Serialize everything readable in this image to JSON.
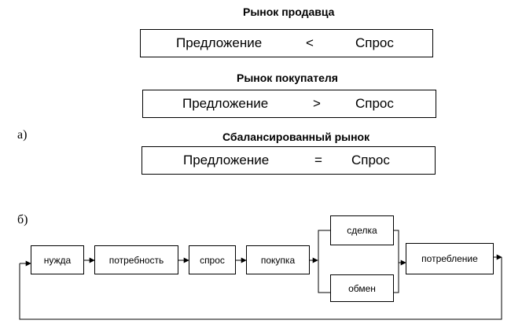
{
  "part_a": {
    "marker": "а)",
    "seller_market": {
      "title": "Рынок продавца",
      "supply": "Предложение",
      "relation": "<",
      "demand": "Спрос"
    },
    "buyer_market": {
      "title": "Рынок покупателя",
      "supply": "Предложение",
      "relation": ">",
      "demand": "Спрос"
    },
    "balanced_market": {
      "title": "Сбалансированный рынок",
      "supply": "Предложение",
      "relation": "=",
      "demand": "Спрос"
    }
  },
  "part_b": {
    "marker": "б)",
    "nodes": {
      "need": "нужда",
      "want": "потребность",
      "demand": "спрос",
      "purchase": "покупка",
      "deal": "сделка",
      "exchange": "обмен",
      "consumption": "потребление"
    }
  }
}
